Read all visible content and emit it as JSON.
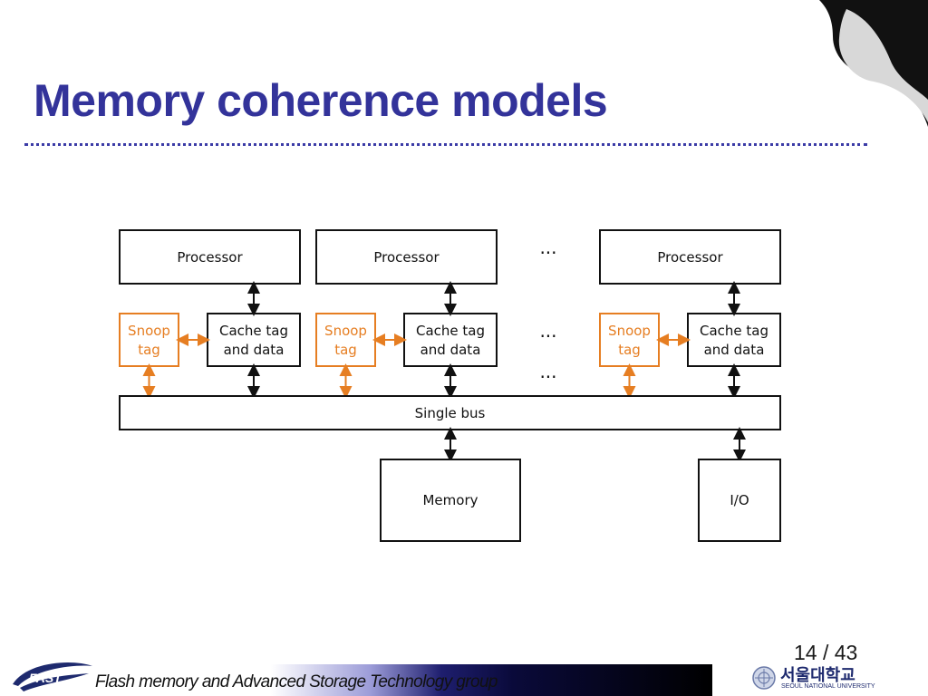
{
  "slide": {
    "title": "Memory coherence models",
    "page_number": "14 / 43"
  },
  "diagram": {
    "processors": [
      {
        "processor_label": "Processor",
        "snoop_line1": "Snoop",
        "snoop_line2": "tag",
        "cache_line1": "Cache tag",
        "cache_line2": "and data"
      },
      {
        "processor_label": "Processor",
        "snoop_line1": "Snoop",
        "snoop_line2": "tag",
        "cache_line1": "Cache tag",
        "cache_line2": "and data"
      },
      {
        "processor_label": "Processor",
        "snoop_line1": "Snoop",
        "snoop_line2": "tag",
        "cache_line1": "Cache tag",
        "cache_line2": "and data"
      }
    ],
    "ellipsis": "···",
    "bus_label": "Single bus",
    "memory_label": "Memory",
    "io_label": "I/O",
    "colors": {
      "snoop": "#e67e22",
      "line": "#111111"
    }
  },
  "footer": {
    "group_name": "Flash memory and Advanced Storage Technology group",
    "logo_text": "FAST",
    "university_name_ko": "서울대학교",
    "university_name_en": "SEOUL NATIONAL UNIVERSITY"
  }
}
